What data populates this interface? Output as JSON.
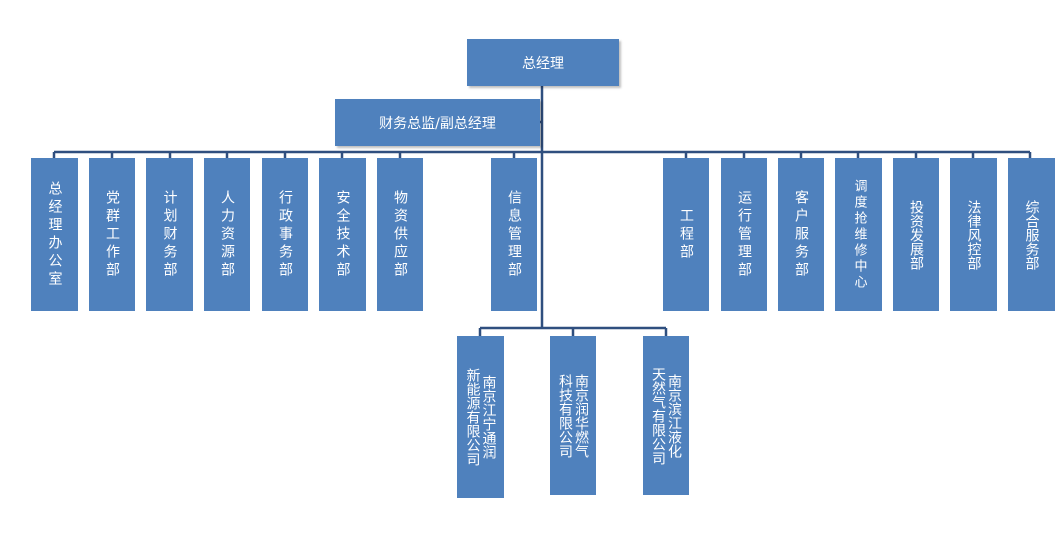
{
  "top": {
    "ceo": "总经理",
    "cfo": "财务总监/副总经理"
  },
  "departments_left": [
    "总经理办公室",
    "党群工作部",
    "计划财务部",
    "人力资源部",
    "行政事务部",
    "安全技术部",
    "物资供应部",
    "信息管理部"
  ],
  "departments_right": [
    "工程部",
    "运行管理部",
    "客户服务部",
    "调度抢维修中心",
    "投资发展部",
    "法律风控部",
    "综合服务部"
  ],
  "subsidiaries": [
    {
      "line1": "新能源有限公司",
      "line2": "南京江宁通润"
    },
    {
      "line1": "科技有限公司",
      "line2": "南京润华燃气"
    },
    {
      "line1": "天然气有限公司",
      "line2": "南京滨江液化"
    }
  ],
  "colors": {
    "box": "#4f81bd",
    "line": "#2f4f7f",
    "text": "#ffffff"
  }
}
